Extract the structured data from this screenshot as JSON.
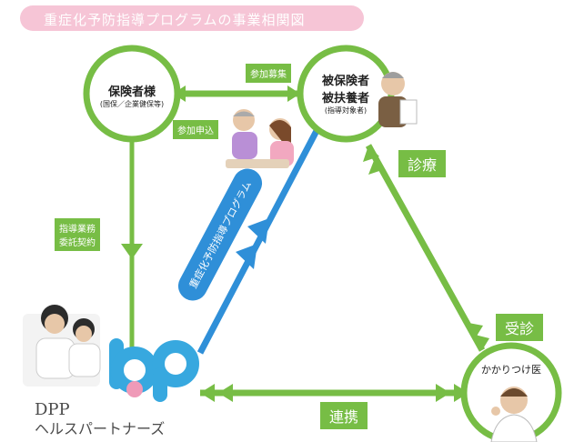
{
  "title": "重症化予防指導プログラムの事業相関図",
  "nodes": {
    "insurer": {
      "label": "保険者様",
      "sub": "(国保／企業健保等)"
    },
    "insured": {
      "label1": "被保険者",
      "label2": "被扶養者",
      "sub": "(指導対象者)"
    },
    "doctor": {
      "label": "かかりつけ医"
    },
    "dpp": {
      "line1": "DPP",
      "line2": "ヘルスパートナーズ"
    }
  },
  "edges": {
    "recruit": "参加募集",
    "apply": "参加申込",
    "contract_l1": "指導業務",
    "contract_l2": "委託契約",
    "treatment": "診療",
    "visit": "受診",
    "cooperation": "連携",
    "program": "重症化予防指導プログラム"
  },
  "colors": {
    "green": "#77bd45",
    "blue": "#2f8fd8",
    "pink": "#f6c5d6",
    "logo_blue": "#37a8df",
    "logo_pink": "#ef9ab8"
  }
}
